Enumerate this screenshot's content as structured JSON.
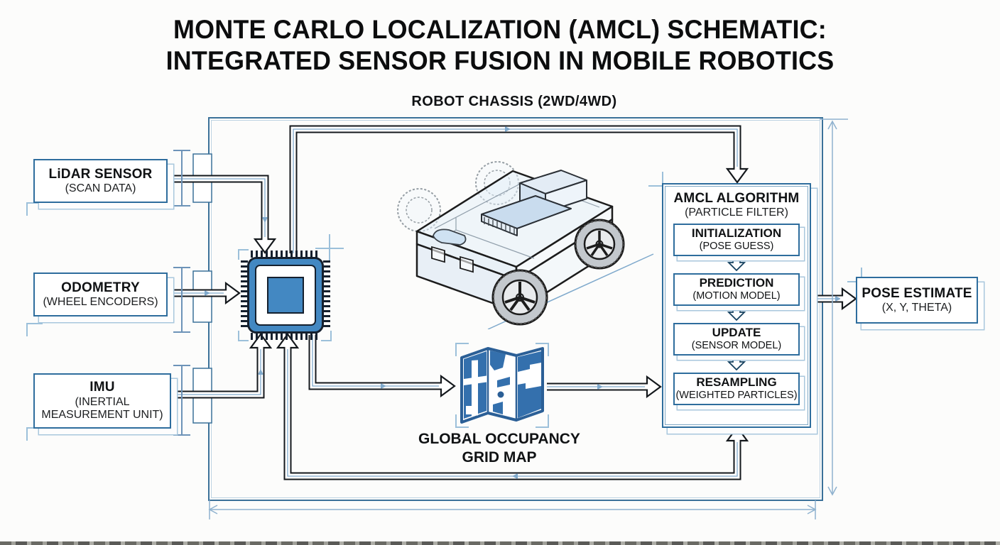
{
  "title": {
    "line1": "MONTE CARLO LOCALIZATION (AMCL) SCHEMATIC:",
    "line2": "INTEGRATED SENSOR FUSION IN MOBILE ROBOTICS"
  },
  "chassis": {
    "label": "ROBOT CHASSIS (2WD/4WD)",
    "illustration": "robot-chassis-illustration"
  },
  "sensors": [
    {
      "name": "LiDAR SENSOR",
      "detail": "(SCAN DATA)"
    },
    {
      "name": "ODOMETRY",
      "detail": "(WHEEL ENCODERS)"
    },
    {
      "name": "IMU",
      "detail": "(INERTIAL MEASUREMENT UNIT)"
    }
  ],
  "processor": {
    "icon": "cpu-chip-icon"
  },
  "map": {
    "icon": "folded-map-icon",
    "label_line1": "GLOBAL OCCUPANCY",
    "label_line2": "GRID MAP"
  },
  "amcl": {
    "title": "AMCL ALGORITHM",
    "subtitle": "(PARTICLE FILTER)",
    "steps": [
      {
        "name": "INITIALIZATION",
        "detail": "(POSE GUESS)"
      },
      {
        "name": "PREDICTION",
        "detail": "(MOTION MODEL)"
      },
      {
        "name": "UPDATE",
        "detail": "(SENSOR MODEL)"
      },
      {
        "name": "RESAMPLING",
        "detail": "(WEIGHTED PARTICLES)"
      }
    ]
  },
  "output": {
    "name": "POSE ESTIMATE",
    "detail": "(X, Y, THETA)"
  },
  "colors": {
    "box_border": "#2e6d9d",
    "shadow_outline": "#a9c7dd",
    "chip_blue": "#4388c2",
    "map_blue": "#3470ad",
    "blueprint_light": "#9cc0da",
    "connector_black": "#14181c",
    "connector_blue": "#7fa9cc",
    "text": "#101214"
  }
}
